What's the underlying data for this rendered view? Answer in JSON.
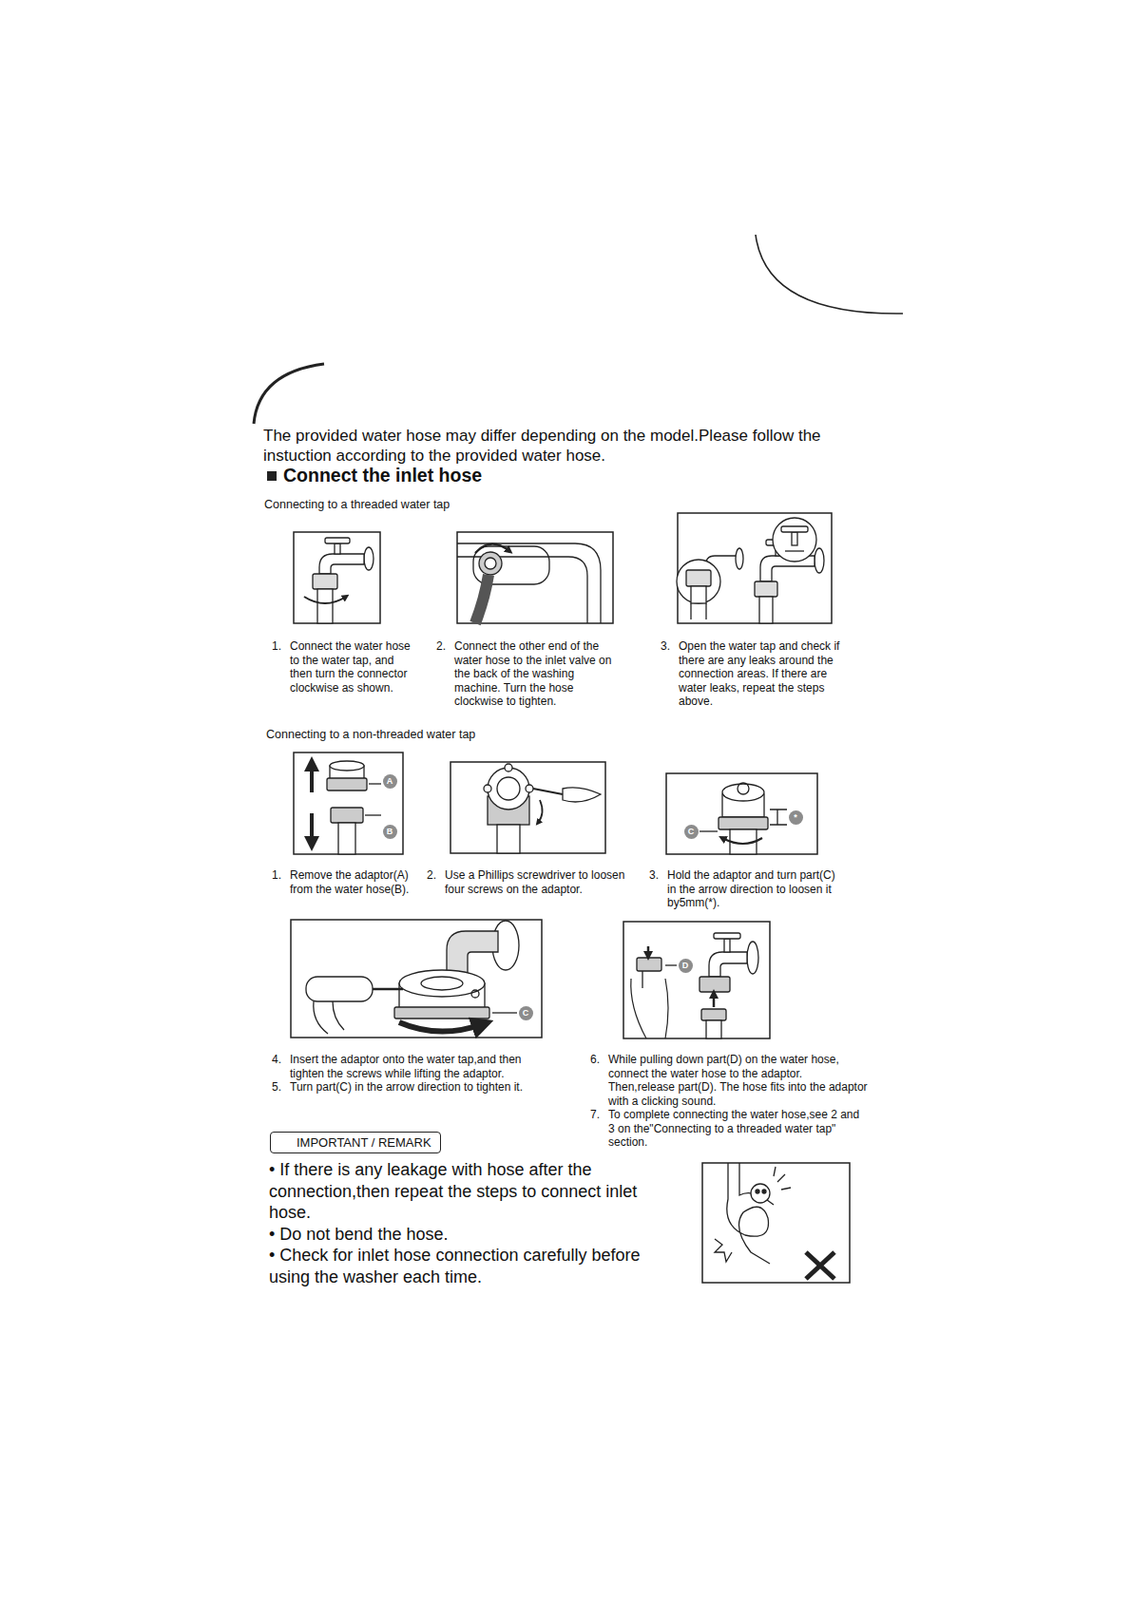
{
  "diagram": {
    "title": "Connect the inlet hose",
    "nodes": [
      {
        "text": [
          "A"
        ]
      },
      {
        "text": [
          "B"
        ]
      },
      {
        "text": [
          "C"
        ]
      },
      {
        "text": [
          "*"
        ]
      },
      {
        "text": [
          "C"
        ]
      },
      {
        "text": [
          "D"
        ]
      },
      {
        "text": [
          "IMPORTANT / REMARK"
        ]
      }
    ],
    "labels": [
      "The provided water hose may differ depending on the model.Please follow the instuction according to the provided water hose.",
      "Connecting to a threaded water tap",
      "1.",
      "Connect the water hose to the water tap, and then turn the connector clockwise as shown.",
      "2.",
      "Connect the other end of the water hose to the inlet valve on the back of the washing machine. Turn the hose clockwise to tighten.",
      "3.",
      "Open the water tap and check if there are any leaks around the connection areas. If there are water leaks, repeat the steps above.",
      "Connecting to a non-threaded water tap",
      "1.",
      "Remove the adaptor(A) from the water hose(B).",
      "2.",
      "Use a Phillips screwdriver to loosen four screws on the adaptor.",
      "3.",
      "Hold the adaptor and turn part(C) in the arrow direction to loosen it by5mm(*).",
      "4.",
      "Insert the adaptor onto the water tap,and then tighten the screws while lifting the adaptor.",
      "5.",
      "Turn part(C) in the arrow direction to tighten it.",
      "6.",
      "While pulling down part(D) on the water hose, connect the water hose to the adaptor. Then,release part(D). The hose fits into the adaptor with a clicking sound.",
      "7.",
      "To complete connecting the water hose,see 2 and 3 on the\"Connecting to a threaded water tap\" section.",
      "• If there is any leakage with hose after the connection,then repeat the steps to connect inlet hose.",
      "• Do not bend the hose.",
      "• Check for inlet hose connection carefully before using the washer each time."
    ]
  }
}
